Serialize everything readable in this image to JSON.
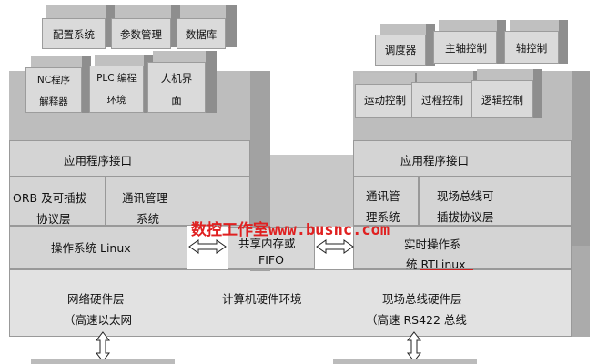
{
  "left_modules": [
    "配置系统",
    "参数管理",
    "数据库",
    "NC程序",
    "解释器",
    "PLC 编程",
    "环境",
    "人机界",
    "面"
  ],
  "right_modules": [
    "调度器",
    "主轴控制",
    "轴控制",
    "运动控制",
    "过程控制",
    "逻辑控制"
  ],
  "left_column": {
    "api": "应用程序接口",
    "orb": "ORB 及可插拔",
    "orb2": "协议层",
    "comm": "通讯管理",
    "comm2": "系统",
    "os": "操作系统 Linux",
    "net": "网络硬件层",
    "net2": "（高速以太网"
  },
  "right_column": {
    "api": "应用程序接口",
    "comm": "通讯管",
    "comm2": "理系统",
    "fieldbus": "现场总线可",
    "fieldbus2": "插拔协议层",
    "rtos": "实时操作系",
    "rtos2": "统 RTLinux",
    "field_hw": "现场总线硬件层",
    "field_hw2": "（高速 RS422 总线"
  },
  "middle": {
    "shm": "共享内存或",
    "fifo": "FIFO",
    "hw_env": "计算机硬件环境"
  },
  "watermark": "数控工作室www.busnc.com"
}
